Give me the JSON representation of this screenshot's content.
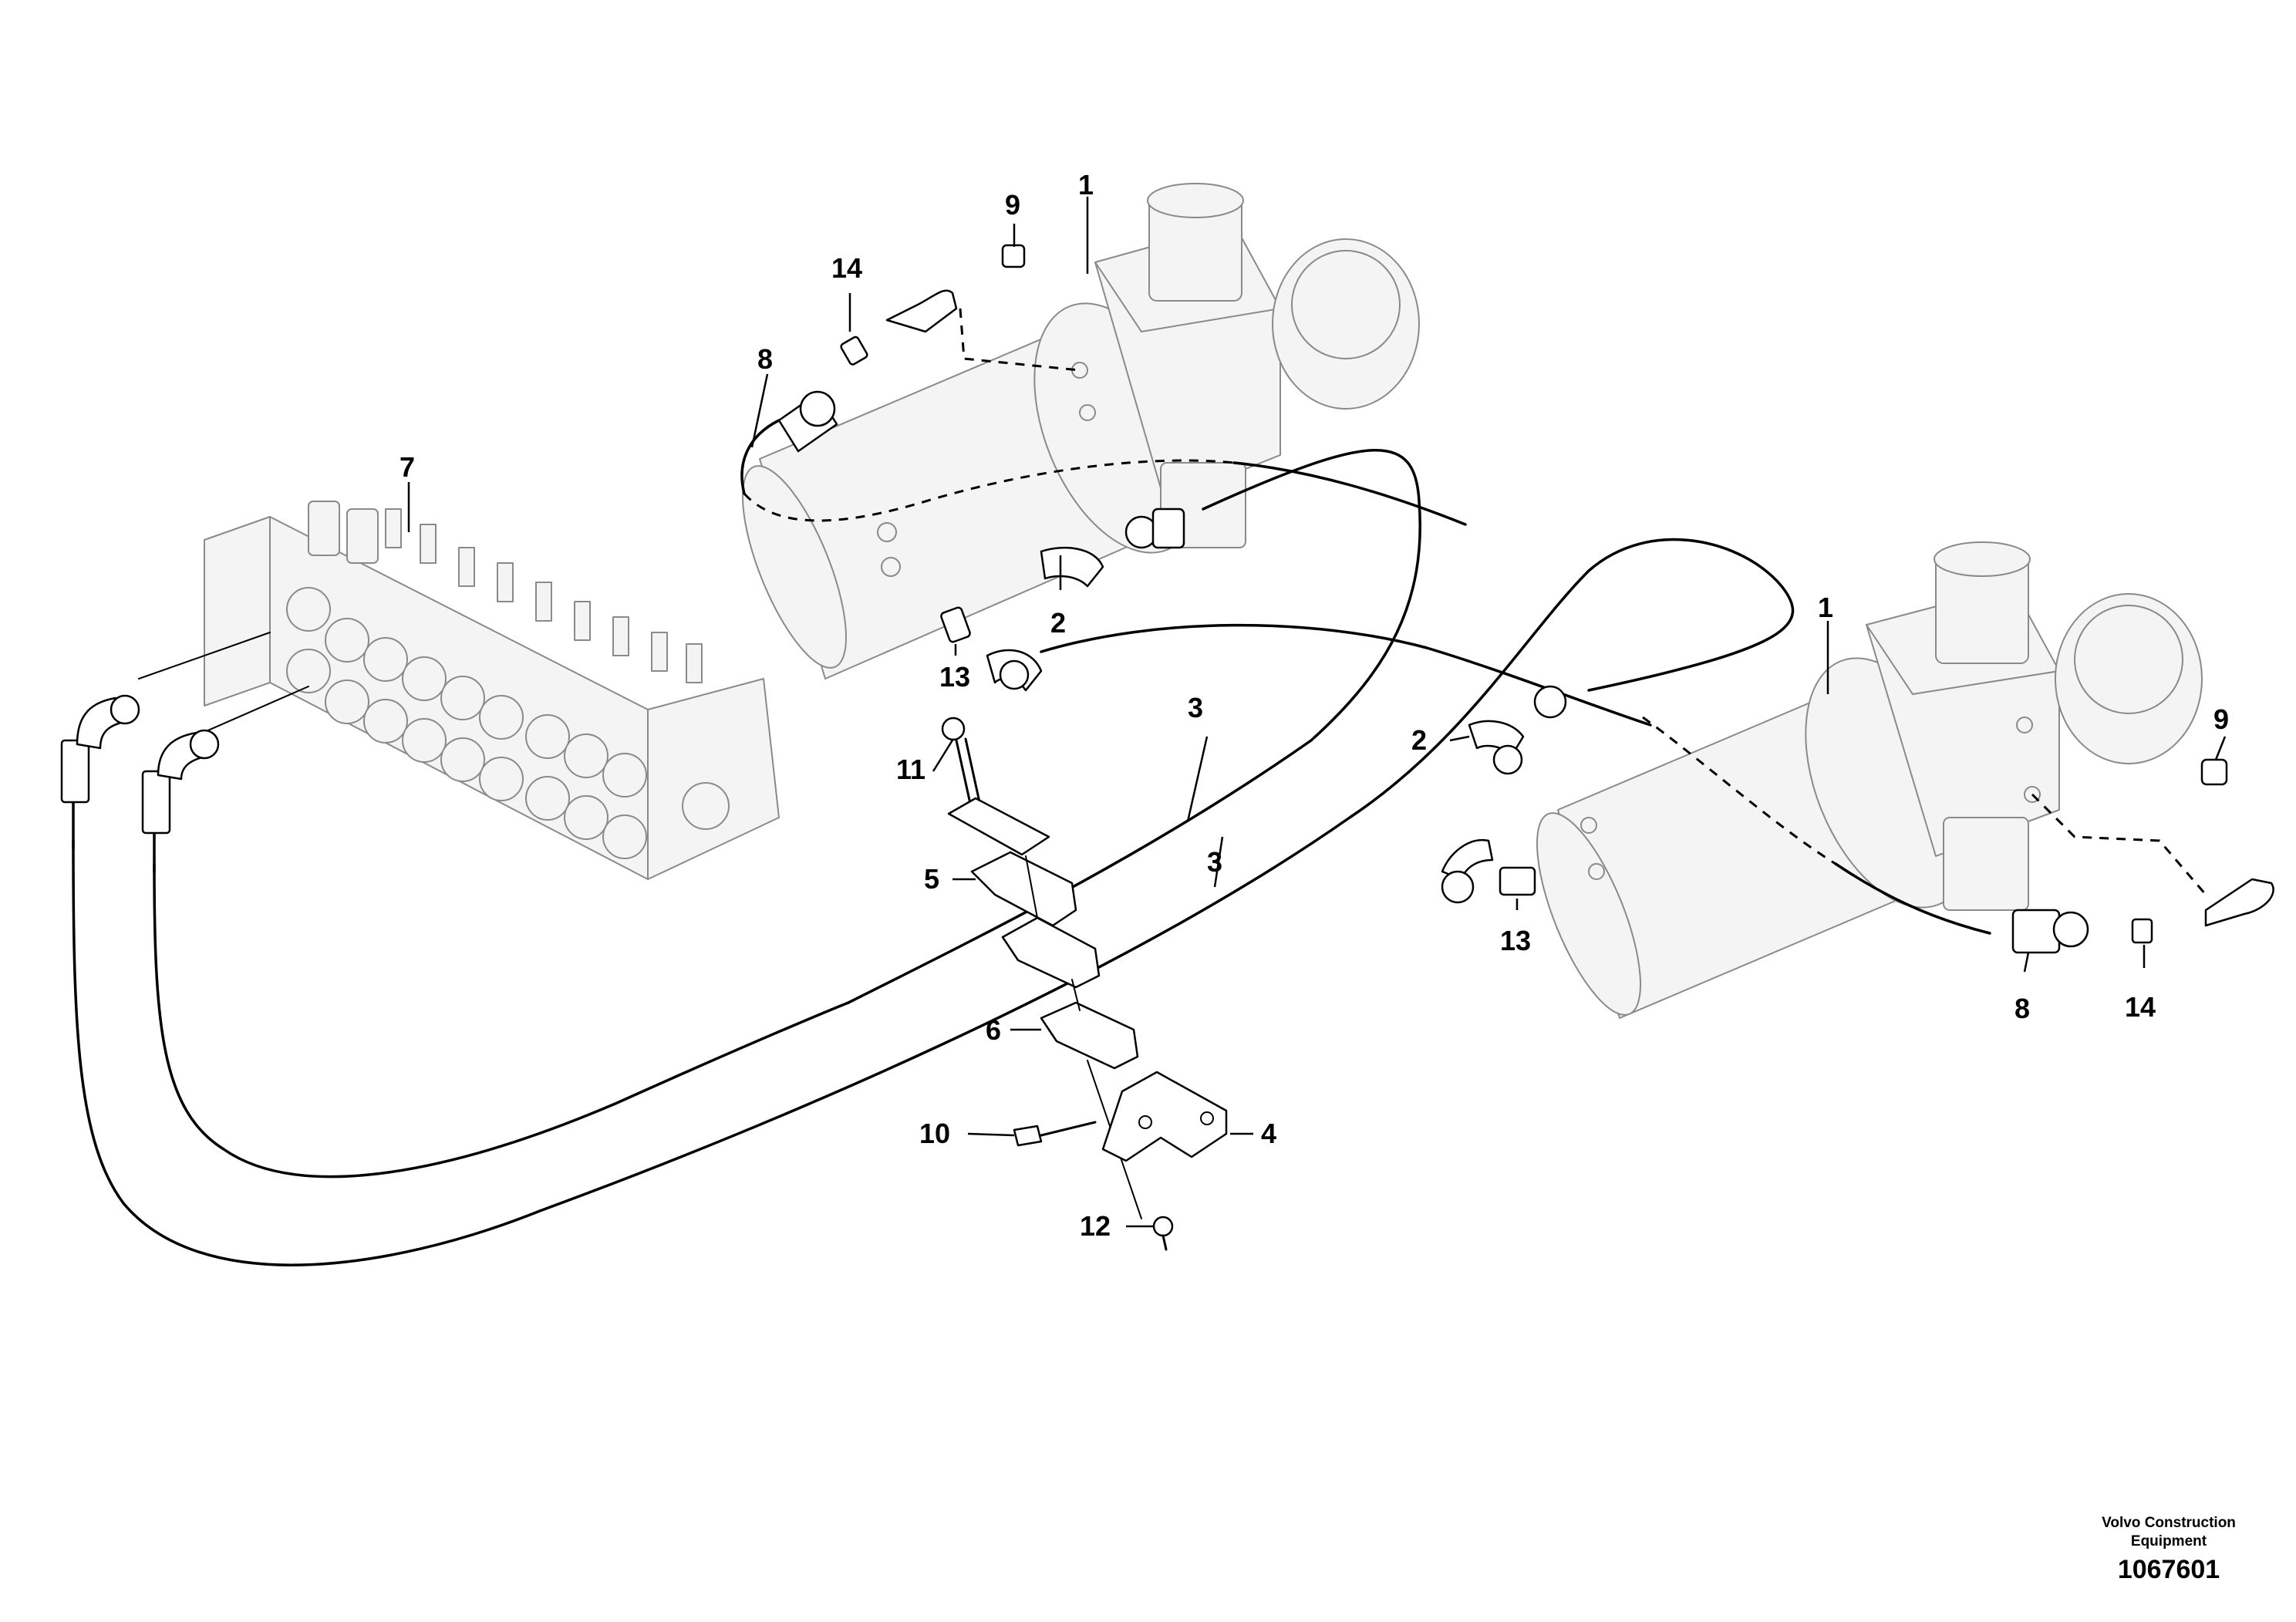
{
  "diagram": {
    "part_labels": [
      {
        "id": "1a",
        "text": "1"
      },
      {
        "id": "1b",
        "text": "1"
      },
      {
        "id": "2a",
        "text": "2"
      },
      {
        "id": "2b",
        "text": "2"
      },
      {
        "id": "3a",
        "text": "3"
      },
      {
        "id": "3b",
        "text": "3"
      },
      {
        "id": "4",
        "text": "4"
      },
      {
        "id": "5",
        "text": "5"
      },
      {
        "id": "6",
        "text": "6"
      },
      {
        "id": "7",
        "text": "7"
      },
      {
        "id": "8a",
        "text": "8"
      },
      {
        "id": "8b",
        "text": "8"
      },
      {
        "id": "9a",
        "text": "9"
      },
      {
        "id": "9b",
        "text": "9"
      },
      {
        "id": "10",
        "text": "10"
      },
      {
        "id": "11",
        "text": "11"
      },
      {
        "id": "12",
        "text": "12"
      },
      {
        "id": "13a",
        "text": "13"
      },
      {
        "id": "13b",
        "text": "13"
      },
      {
        "id": "14a",
        "text": "14"
      },
      {
        "id": "14b",
        "text": "14"
      }
    ]
  },
  "footer": {
    "brand_line1": "Volvo Construction",
    "brand_line2": "Equipment",
    "drawing_number": "1067601"
  }
}
